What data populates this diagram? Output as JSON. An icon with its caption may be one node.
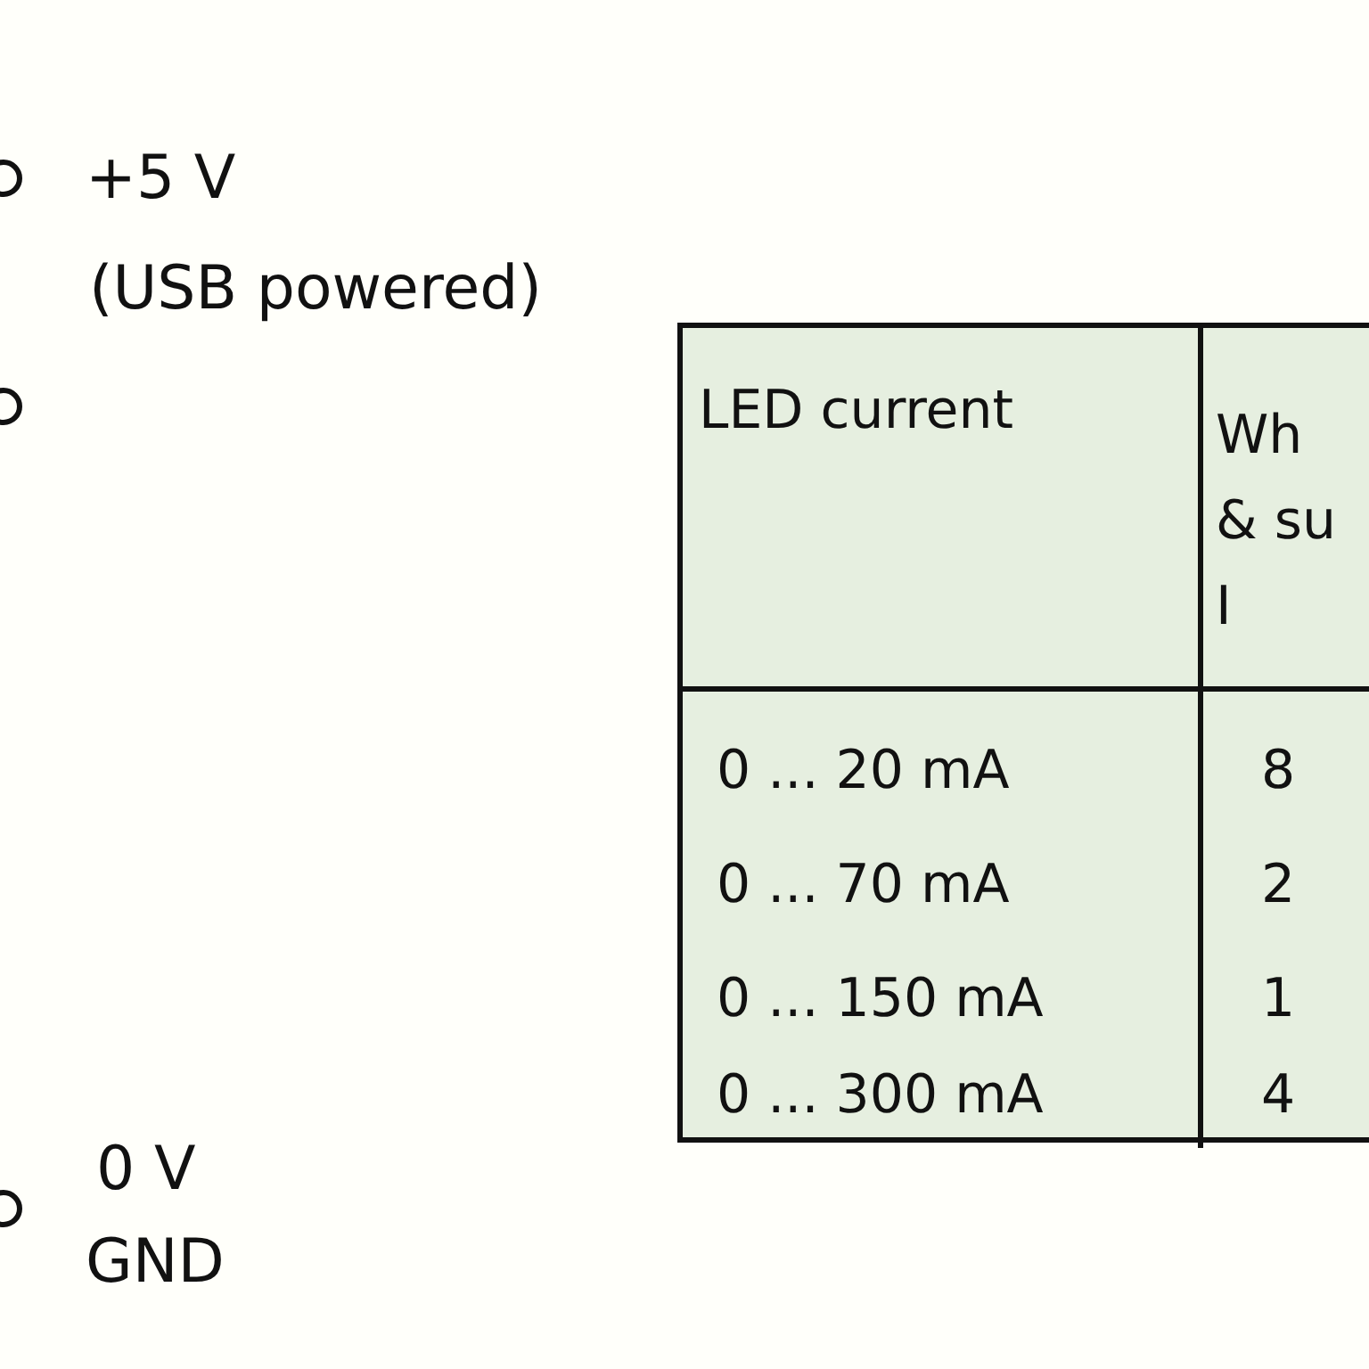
{
  "diagram": {
    "labels": [
      "+5 V",
      "(USB powered)",
      "LED current",
      "Wh & su I",
      "0 ... 20 mA",
      "8",
      "0 ... 70 mA",
      "2",
      "0 ... 150 mA",
      "1",
      "0 ... 300 mA",
      "4",
      "0 V",
      "GND"
    ]
  }
}
